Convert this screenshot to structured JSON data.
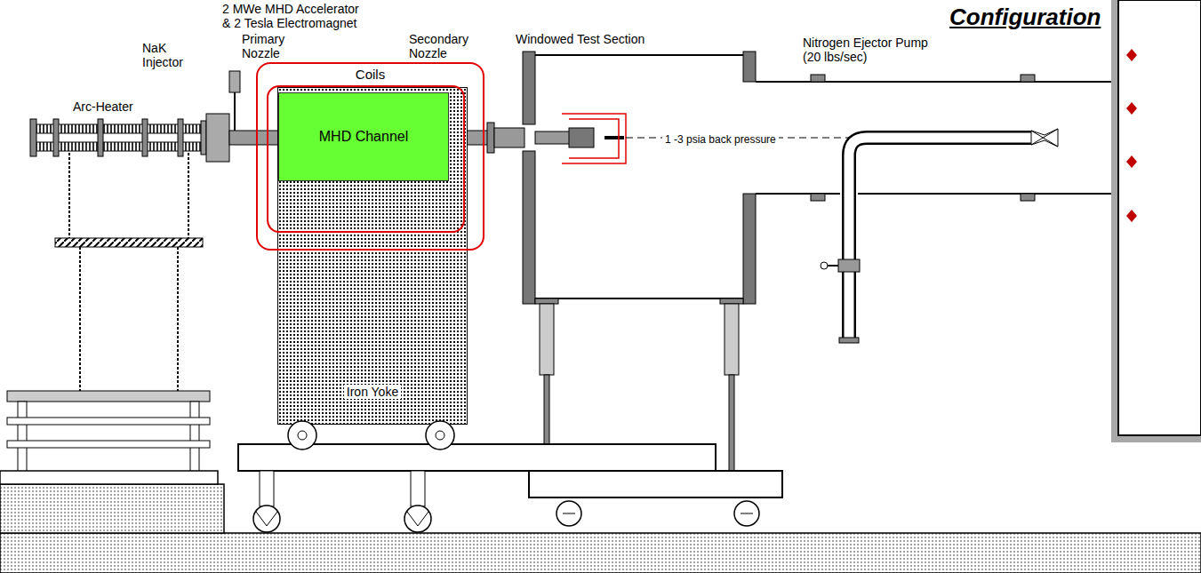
{
  "diagram": {
    "title": "Configuration",
    "nodes": [
      {
        "text": [
          "Coils"
        ]
      },
      {
        "text": [
          "MHD Channel"
        ],
        "in": 0
      },
      {
        "text": [
          "Iron Yoke"
        ]
      }
    ],
    "labels": [
      "2 MWe MHD Accelerator & 2 Tesla Electromagnet",
      "NaK Injector",
      "Primary Nozzle",
      "Secondary Nozzle",
      "Windowed Test Section",
      "Arc-Heater",
      "Nitrogen Ejector Pump (20 lbs/sec)",
      "1 -3 psia back pressure"
    ]
  }
}
